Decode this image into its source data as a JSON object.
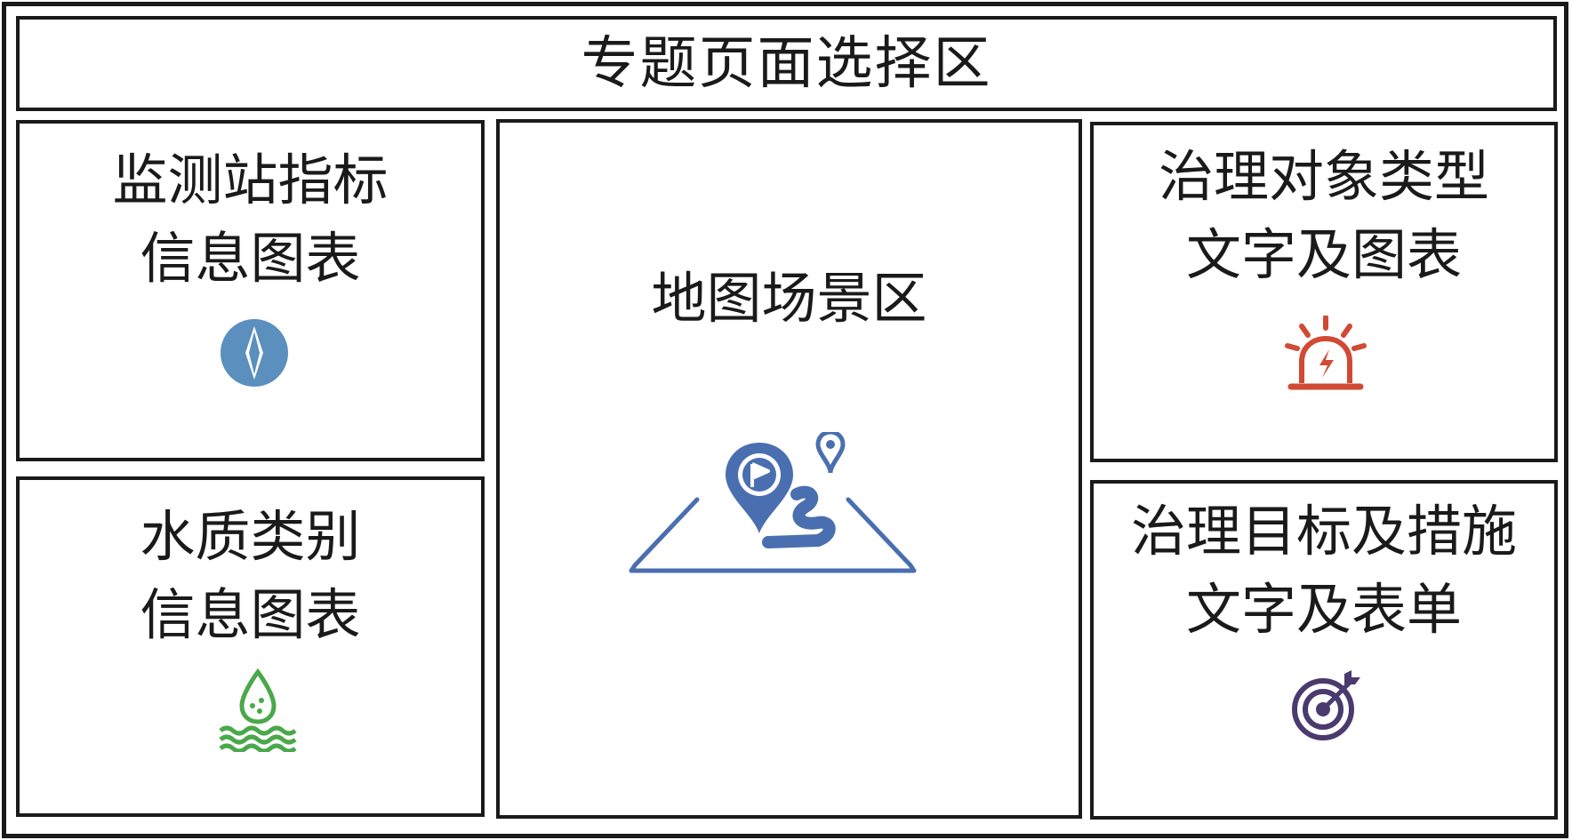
{
  "header": {
    "title": "专题页面选择区"
  },
  "panels": {
    "monitor": {
      "line1": "监测站指标",
      "line2": "信息图表",
      "icon": "compass-icon",
      "icon_color": "#5b8fbd"
    },
    "water": {
      "line1": "水质类别",
      "line2": "信息图表",
      "icon": "water-drop-waves-icon",
      "icon_color": "#4aa84a"
    },
    "map": {
      "line1": "地图场景区",
      "icon": "map-route-icon",
      "icon_color": "#4a6fb0"
    },
    "object": {
      "line1": "治理对象类型",
      "line2": "文字及图表",
      "icon": "alarm-light-icon",
      "icon_color": "#d04a34"
    },
    "target": {
      "line1": "治理目标及措施",
      "line2": "文字及表单",
      "icon": "target-icon",
      "icon_color": "#4a3a6e"
    }
  }
}
